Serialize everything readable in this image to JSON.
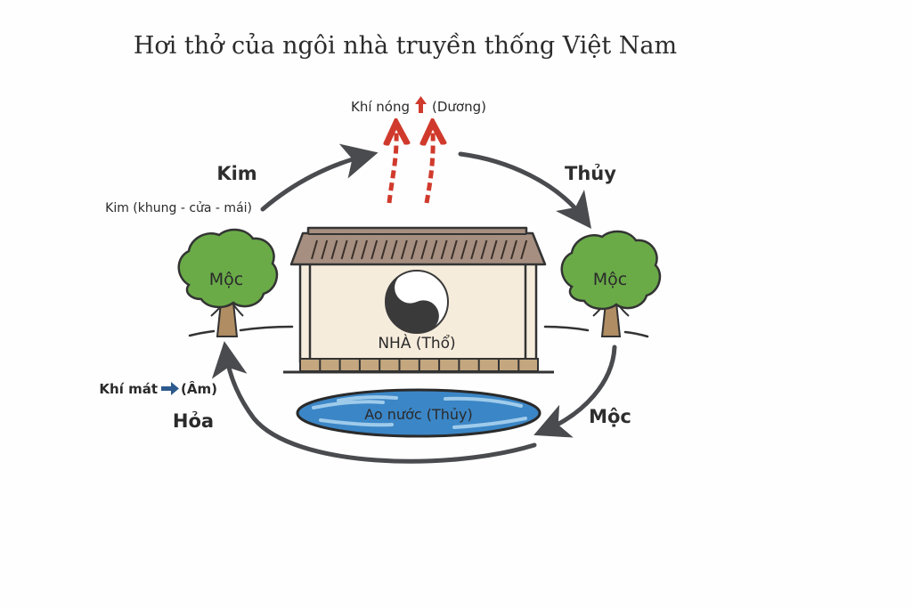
{
  "title": "Hơi thở của ngôi nhà truyền thống Việt Nam",
  "hot_air": {
    "text_left": "Khí nóng",
    "text_right": "(Dương)",
    "icon": "arrow-up-icon",
    "color": "#d03a2c"
  },
  "cool_air": {
    "text_left": "Khí mát",
    "text_right": "(Âm)",
    "icon": "arrow-right-icon",
    "color": "#2c5a8c"
  },
  "cycle_labels": {
    "top_left": "Kim",
    "top_left_sub": "Kim (khung - cửa - mái)",
    "top_right": "Thủy",
    "bottom_right": "Mộc",
    "bottom_left": "Hỏa",
    "bottom_left_color": "#c8362b"
  },
  "house": {
    "label": "NHÀ (Thổ)",
    "symbol": "yin-yang-icon"
  },
  "trees": [
    {
      "label": "Mộc"
    },
    {
      "label": "Mộc"
    }
  ],
  "pond": {
    "label": "Ao nước (Thủy)"
  },
  "colors": {
    "arrow": "#4a4b4f",
    "tree_green": "#6aab48",
    "roof": "#a68f80",
    "wall": "#f6ecdc",
    "base": "#c4a77f",
    "pond": "#3b86c6",
    "pond_light": "#9fcbeb"
  }
}
